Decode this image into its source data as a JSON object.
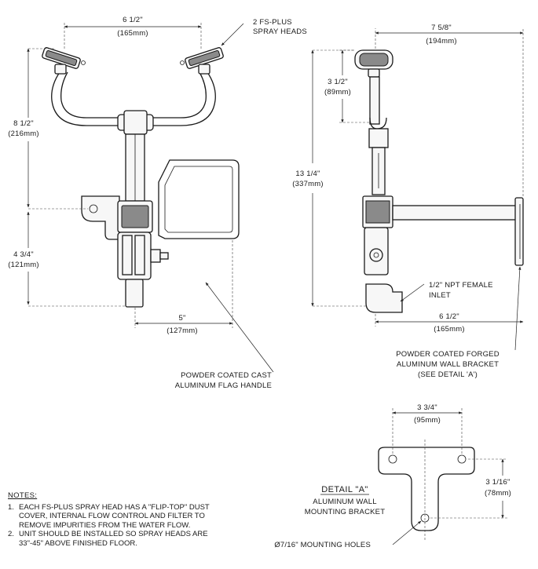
{
  "dims": {
    "spray_width": {
      "imp": "6 1/2\"",
      "met": "(165mm)"
    },
    "height_upper": {
      "imp": "8 1/2\"",
      "met": "(216mm)"
    },
    "height_lower": {
      "imp": "4 3/4\"",
      "met": "(121mm)"
    },
    "base_offset": {
      "imp": "5\"",
      "met": "(127mm)"
    },
    "side_depth": {
      "imp": "7 5/8\"",
      "met": "(194mm)"
    },
    "head_height": {
      "imp": "3 1/2\"",
      "met": "(89mm)"
    },
    "total_height": {
      "imp": "13 1/4\"",
      "met": "(337mm)"
    },
    "inlet_offset": {
      "imp": "6 1/2\"",
      "met": "(165mm)"
    },
    "bracket_width": {
      "imp": "3 3/4\"",
      "met": "(95mm)"
    },
    "bracket_height": {
      "imp": "3 1/16\"",
      "met": "(78mm)"
    }
  },
  "callouts": {
    "spray_heads": [
      "2 FS-PLUS",
      "SPRAY HEADS"
    ],
    "flag_handle": [
      "POWDER COATED CAST",
      "ALUMINUM FLAG HANDLE"
    ],
    "inlet": [
      "1/2\" NPT FEMALE",
      "INLET"
    ],
    "wall_bracket": [
      "POWDER COATED FORGED",
      "ALUMINUM WALL BRACKET",
      "(SEE DETAIL 'A')"
    ],
    "detail_title": "DETAIL \"A\"",
    "detail_sub": [
      "ALUMINUM WALL",
      "MOUNTING BRACKET"
    ],
    "holes": "Ø7/16\" MOUNTING HOLES"
  },
  "notes": {
    "title": "NOTES:",
    "items": [
      {
        "num": "1.",
        "text": "EACH FS-PLUS SPRAY HEAD HAS A \"FLIP-TOP\" DUST COVER, INTERNAL FLOW CONTROL AND FILTER TO REMOVE IMPURITIES FROM THE WATER FLOW."
      },
      {
        "num": "2.",
        "text": "UNIT SHOULD BE INSTALLED SO SPRAY HEADS ARE 33\"-45\" ABOVE FINISHED FLOOR."
      }
    ]
  }
}
